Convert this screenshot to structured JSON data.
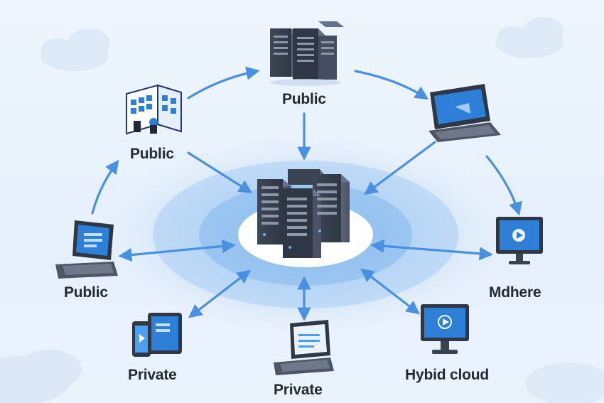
{
  "nodes": [
    {
      "id": "top-server",
      "label": "Public",
      "icon": "server-rack-icon"
    },
    {
      "id": "office",
      "label": "Public",
      "icon": "office-building-icon"
    },
    {
      "id": "laptop-left",
      "label": "Public",
      "icon": "laptop-icon"
    },
    {
      "id": "mobile",
      "label": "Private",
      "icon": "phone-tablet-icon"
    },
    {
      "id": "laptop-bottom",
      "label": "Private",
      "icon": "laptop-icon"
    },
    {
      "id": "monitor-bottom-right",
      "label": "Hybid cloud",
      "icon": "monitor-icon"
    },
    {
      "id": "monitor-right",
      "label": "Mdhere",
      "icon": "monitor-icon"
    },
    {
      "id": "laptop-top-right",
      "label": "",
      "icon": "laptop-icon"
    }
  ],
  "hub": {
    "icon": "central-server-cluster-icon"
  },
  "colors": {
    "arrow": "#4a90e2",
    "server_dark": "#3a4352",
    "server_mid": "#4d5667",
    "screen": "#2d7fd8",
    "halo": "#9cc6f2"
  }
}
